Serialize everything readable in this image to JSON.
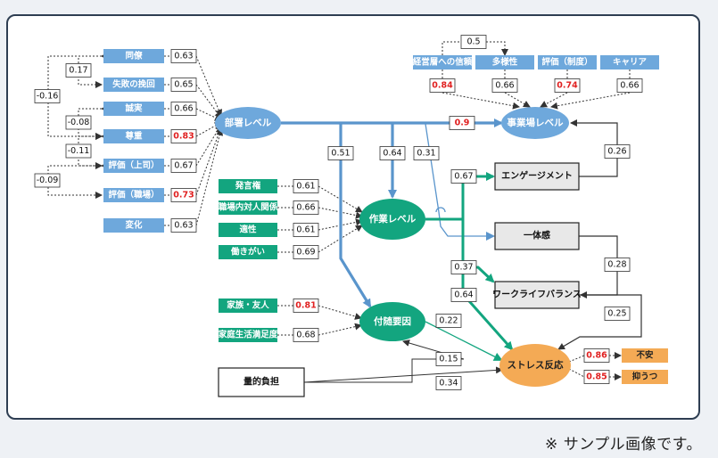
{
  "colors": {
    "blue": "#6ea8dc",
    "blue_dark": "#5a95cc",
    "green": "#13a57f",
    "orange": "#f4aa55",
    "gray_box": "#e8e8e8",
    "red_value": "#e02020",
    "arrow": "#333333"
  },
  "caption": "※ サンプル画像です。",
  "latent": {
    "busho": "部署レベル",
    "jigyo": "事業場レベル",
    "sagyo": "作業レベル",
    "fuzui": "付随要因",
    "stress": "ストレス反応"
  },
  "left_items": [
    {
      "label": "同僚",
      "value": "0.63",
      "highlight": false
    },
    {
      "label": "失敗の挽回",
      "value": "0.65",
      "highlight": false
    },
    {
      "label": "誠実",
      "value": "0.66",
      "highlight": false
    },
    {
      "label": "尊重",
      "value": "0.83",
      "highlight": true
    },
    {
      "label": "評価（上司）",
      "value": "0.67",
      "highlight": false
    },
    {
      "label": "評価（職場）",
      "value": "0.73",
      "highlight": true
    },
    {
      "label": "変化",
      "value": "0.63",
      "highlight": false
    }
  ],
  "left_correlations": [
    "-0.16",
    "0.17",
    "-0.08",
    "-0.11",
    "-0.09"
  ],
  "top_items": [
    {
      "label": "経営層への信頼",
      "value": "0.84",
      "highlight": true
    },
    {
      "label": "多様性",
      "value": "0.66",
      "highlight": false
    },
    {
      "label": "評価（制度）",
      "value": "0.74",
      "highlight": true
    },
    {
      "label": "キャリア",
      "value": "0.66",
      "highlight": false
    }
  ],
  "top_correlation": "0.5",
  "work_items": [
    {
      "label": "発言権",
      "value": "0.61",
      "highlight": false
    },
    {
      "label": "職場内対人関係",
      "value": "0.66",
      "highlight": false
    },
    {
      "label": "適性",
      "value": "0.61",
      "highlight": false
    },
    {
      "label": "働きがい",
      "value": "0.69",
      "highlight": false
    }
  ],
  "family_items": [
    {
      "label": "家族・友人",
      "value": "0.81",
      "highlight": true
    },
    {
      "label": "家庭生活満足度",
      "value": "0.68",
      "highlight": false
    }
  ],
  "outcomes": {
    "engagement": "エンゲージメント",
    "ittaikan": "一体感",
    "wlb": "ワークライフバランス",
    "load": "量的負担"
  },
  "stress_items": [
    {
      "label": "不安",
      "value": "0.86",
      "highlight": true
    },
    {
      "label": "抑うつ",
      "value": "0.85",
      "highlight": true
    }
  ],
  "paths": {
    "busho_jigyo": "0.9",
    "busho_down": "0.51",
    "busho_sagyo": "0.64",
    "busho_ittaikan": "0.31",
    "sagyo_engagement": "0.67",
    "sagyo_wlb": "0.37",
    "sagyo_stress": "0.64",
    "fuzui_stress": "0.22",
    "load_fuzui": "0.15",
    "load_stress": "0.34",
    "engagement_jigyo": "0.26",
    "ittaikan_wlb": "0.28",
    "wlb_stress": "0.25"
  }
}
